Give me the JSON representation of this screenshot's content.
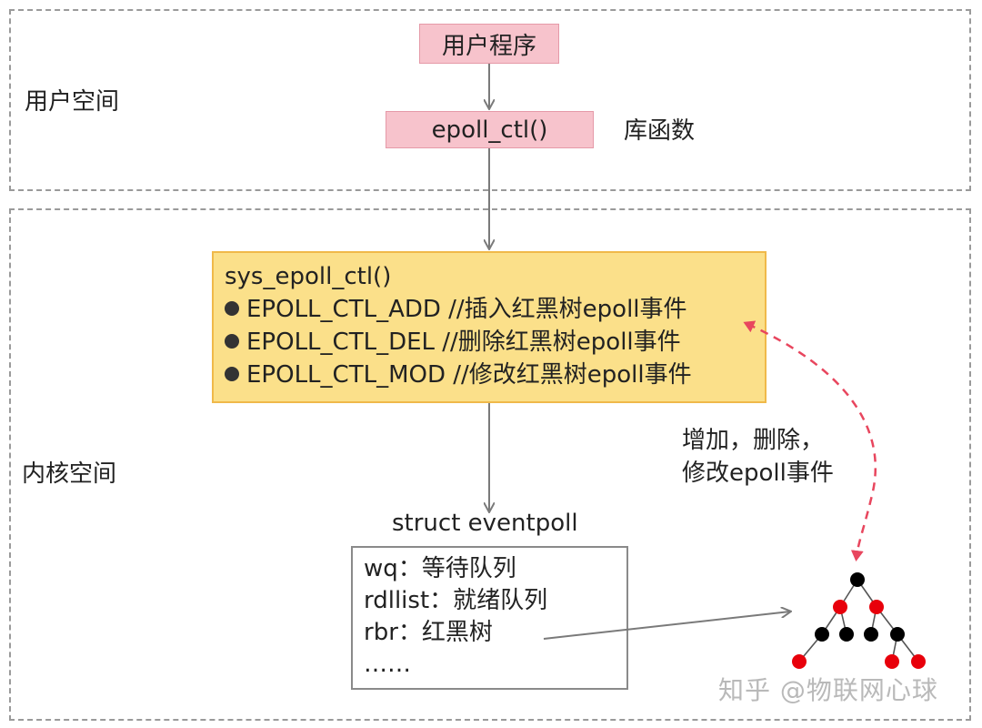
{
  "user_space": {
    "label": "用户空间",
    "program_box": "用户程序",
    "epoll_ctl_box": "epoll_ctl()",
    "library_label": "库函数"
  },
  "kernel_space": {
    "label": "内核空间",
    "syscall": {
      "title": "sys_epoll_ctl()",
      "items": [
        "EPOLL_CTL_ADD //插入红黑树epoll事件",
        "EPOLL_CTL_DEL //删除红黑树epoll事件",
        "EPOLL_CTL_MOD //修改红黑树epoll事件"
      ]
    },
    "struct": {
      "title": "struct eventpoll",
      "fields": [
        "wq：等待队列",
        "rdllist：就绪队列",
        "rbr：红黑树",
        "……"
      ]
    },
    "note_lines": [
      "增加，删除，",
      "修改epoll事件"
    ]
  },
  "tree": {
    "node_colors": {
      "black": "#000000",
      "red": "#e8000b"
    }
  },
  "watermark": "知乎 @物联网心球",
  "colors": {
    "pink_box": "#f7c3cc",
    "syscall_box": "#fbe08a",
    "dashed_arrow": "#e8465e"
  }
}
